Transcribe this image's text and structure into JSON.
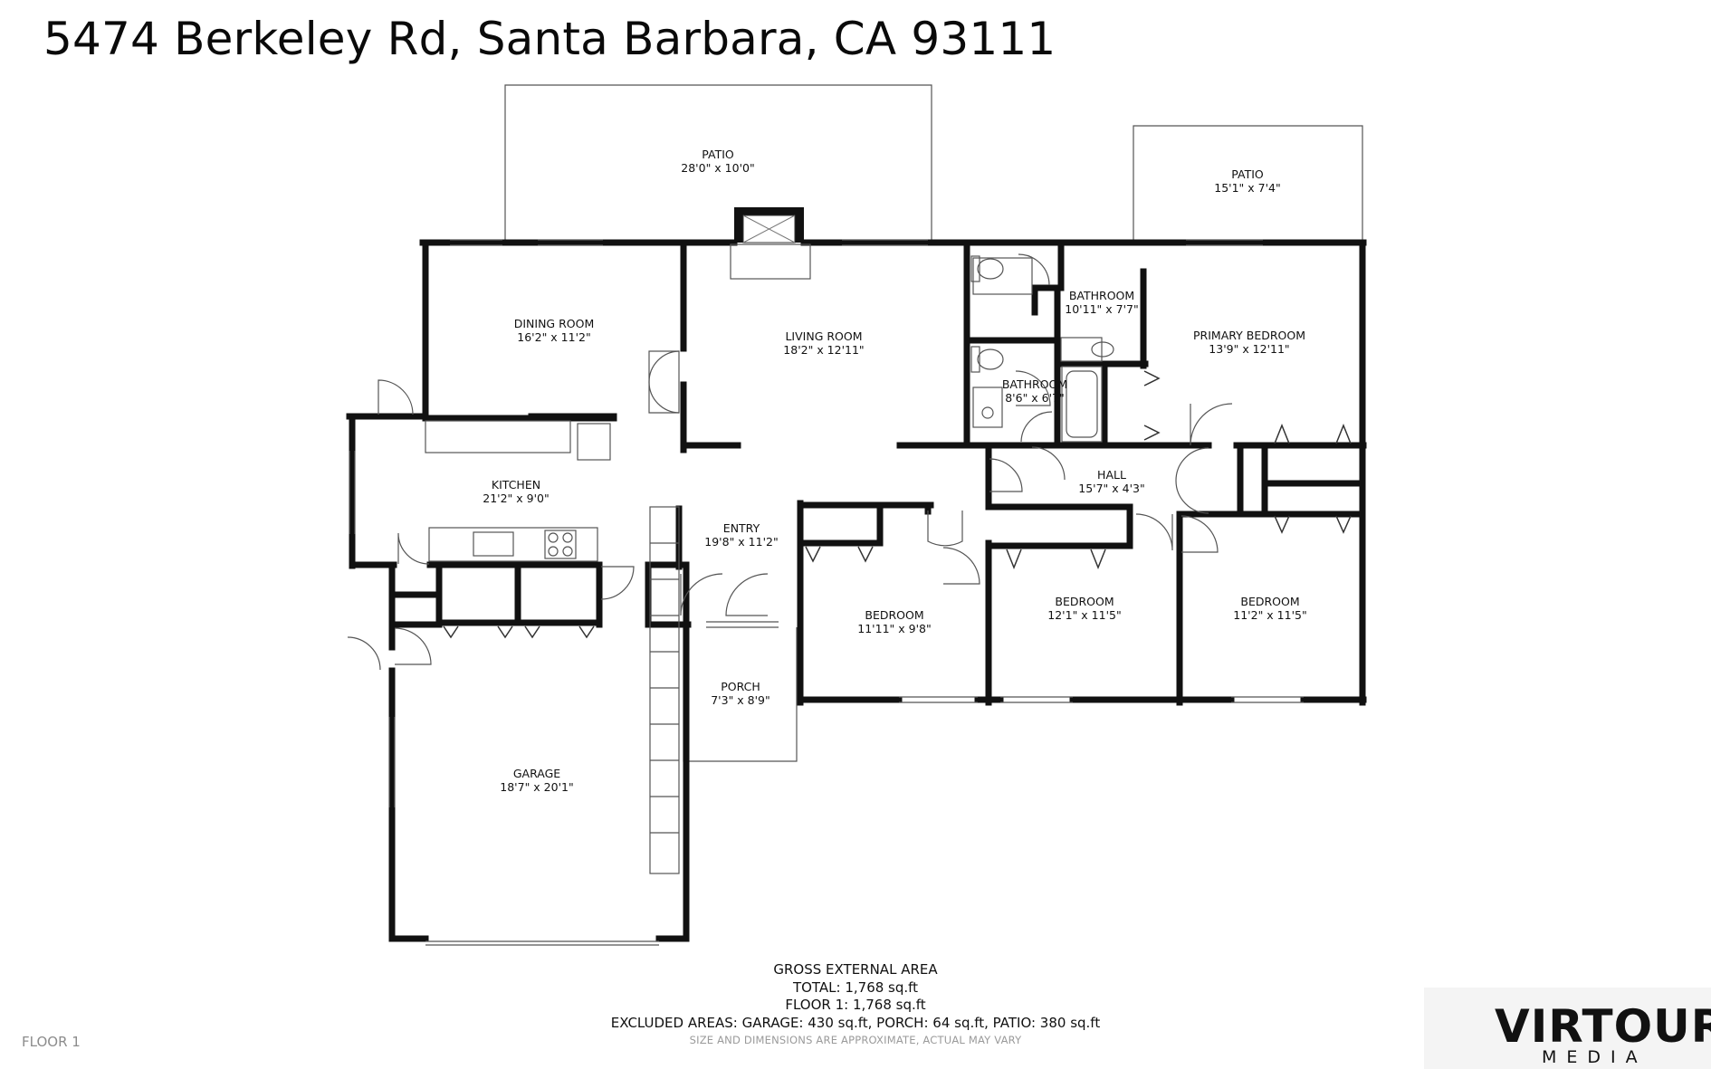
{
  "address": "5474 Berkeley Rd, Santa Barbara, CA 93111",
  "rooms": [
    {
      "id": "patio-main",
      "name": "PATIO",
      "dims": "28'0\" x 10'0\""
    },
    {
      "id": "patio-primary",
      "name": "PATIO",
      "dims": "15'1\" x 7'4\""
    },
    {
      "id": "dining-room",
      "name": "DINING ROOM",
      "dims": "16'2\" x 11'2\""
    },
    {
      "id": "living-room",
      "name": "LIVING ROOM",
      "dims": "18'2\" x 12'11\""
    },
    {
      "id": "bathroom-primary",
      "name": "BATHROOM",
      "dims": "10'11\" x 7'7\""
    },
    {
      "id": "primary-bedroom",
      "name": "PRIMARY BEDROOM",
      "dims": "13'9\" x 12'11\""
    },
    {
      "id": "bathroom-hall",
      "name": "BATHROOM",
      "dims": "8'6\" x 6'7\""
    },
    {
      "id": "kitchen",
      "name": "KITCHEN",
      "dims": "21'2\" x 9'0\""
    },
    {
      "id": "hall",
      "name": "HALL",
      "dims": "15'7\" x 4'3\""
    },
    {
      "id": "entry",
      "name": "ENTRY",
      "dims": "19'8\" x 11'2\""
    },
    {
      "id": "bedroom-1",
      "name": "BEDROOM",
      "dims": "11'11\" x 9'8\""
    },
    {
      "id": "bedroom-2",
      "name": "BEDROOM",
      "dims": "12'1\" x 11'5\""
    },
    {
      "id": "bedroom-3",
      "name": "BEDROOM",
      "dims": "11'2\" x 11'5\""
    },
    {
      "id": "porch",
      "name": "PORCH",
      "dims": "7'3\" x 8'9\""
    },
    {
      "id": "garage",
      "name": "GARAGE",
      "dims": "18'7\" x 20'1\""
    }
  ],
  "area": {
    "heading": "GROSS EXTERNAL AREA",
    "total": "TOTAL: 1,768 sq.ft",
    "floor": "FLOOR 1: 1,768 sq.ft",
    "excluded": "EXCLUDED AREAS: GARAGE: 430 sq.ft, PORCH: 64 sq.ft, PATIO: 380 sq.ft",
    "note": "SIZE AND DIMENSIONS ARE APPROXIMATE, ACTUAL MAY VARY"
  },
  "floor_label": "FLOOR 1",
  "logo": {
    "brand": "VIRTOUR",
    "sub": "MEDIA"
  },
  "colors": {
    "wall": "#111111",
    "thin_line": "#555555",
    "logo_bg": "#f4f4f4",
    "note_text": "#9a9a9a"
  }
}
